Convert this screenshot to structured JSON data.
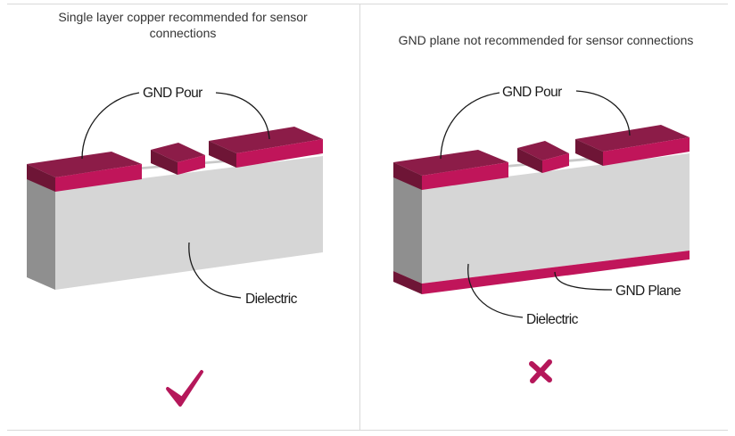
{
  "left_panel": {
    "caption": "Single layer copper recommended for sensor connections",
    "label_pour": "GND Pour",
    "label_dielectric": "Dielectric",
    "verdict_icon": "checkmark-icon"
  },
  "right_panel": {
    "caption": "GND plane not recommended for sensor connections",
    "label_pour": "GND Pour",
    "label_plane": "GND Plane",
    "label_dielectric": "Dielectric",
    "verdict_icon": "cross-icon"
  },
  "colors": {
    "copper_top": "#8c1c48",
    "copper_front": "#c0155a",
    "dielectric_front": "#d6d6d6",
    "dielectric_side": "#8f8f8f",
    "dielectric_top": "#c8c8c8",
    "accent": "#b5175a"
  }
}
